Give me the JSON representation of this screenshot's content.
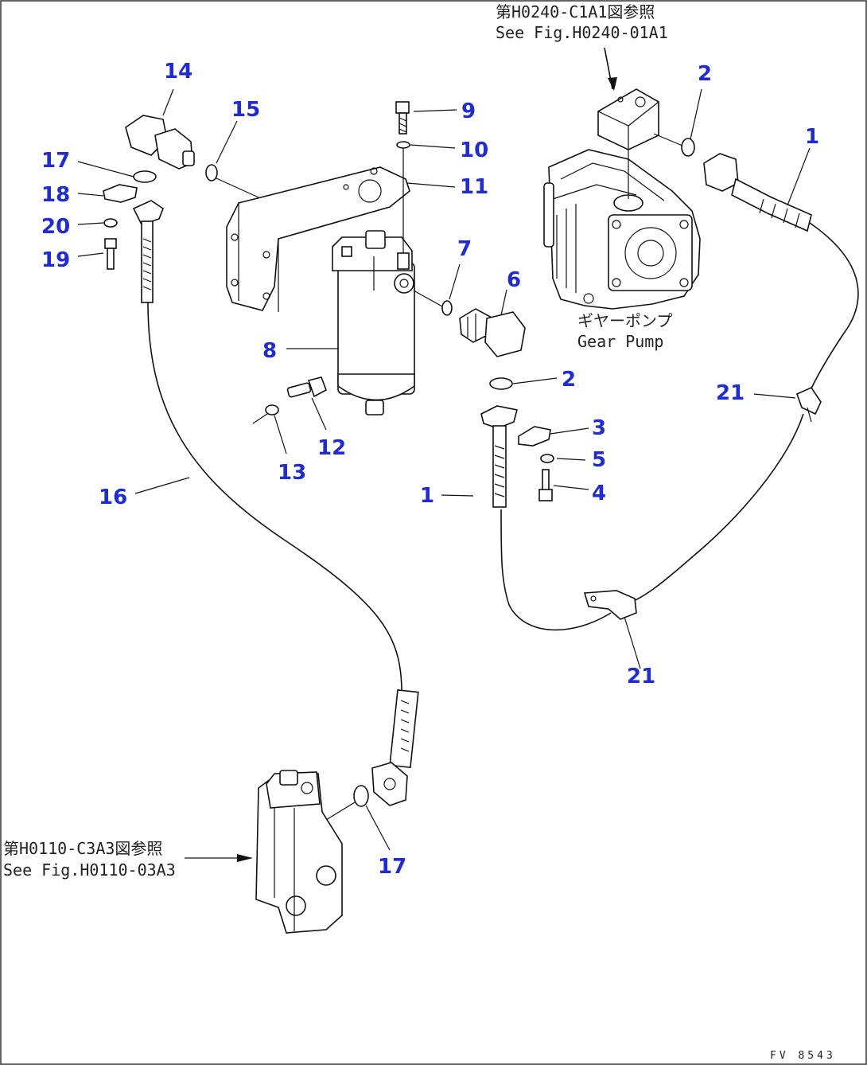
{
  "diagram": {
    "callouts": [
      {
        "id": "c14",
        "text": "14"
      },
      {
        "id": "c15",
        "text": "15"
      },
      {
        "id": "c17a",
        "text": "17"
      },
      {
        "id": "c18",
        "text": "18"
      },
      {
        "id": "c20",
        "text": "20"
      },
      {
        "id": "c19",
        "text": "19"
      },
      {
        "id": "c9",
        "text": "9"
      },
      {
        "id": "c10",
        "text": "10"
      },
      {
        "id": "c11",
        "text": "11"
      },
      {
        "id": "c7",
        "text": "7"
      },
      {
        "id": "c6",
        "text": "6"
      },
      {
        "id": "c8",
        "text": "8"
      },
      {
        "id": "c12",
        "text": "12"
      },
      {
        "id": "c13",
        "text": "13"
      },
      {
        "id": "c16",
        "text": "16"
      },
      {
        "id": "c2a",
        "text": "2"
      },
      {
        "id": "c1a",
        "text": "1"
      },
      {
        "id": "c2b",
        "text": "2"
      },
      {
        "id": "c3",
        "text": "3"
      },
      {
        "id": "c5",
        "text": "5"
      },
      {
        "id": "c4",
        "text": "4"
      },
      {
        "id": "c1b",
        "text": "1"
      },
      {
        "id": "c21a",
        "text": "21"
      },
      {
        "id": "c21b",
        "text": "21"
      },
      {
        "id": "c17b",
        "text": "17"
      }
    ],
    "notes": {
      "top_ref_jp": "第H0240-C1A1図参照",
      "top_ref_en": "See Fig.H0240-01A1",
      "pump_jp": "ギヤーポンプ",
      "pump_en": "Gear Pump",
      "valve_ref_jp": "第H0110-C3A3図参照",
      "valve_ref_en": "See Fig.H0110-03A3"
    },
    "drawing_code": "FV 8543"
  }
}
